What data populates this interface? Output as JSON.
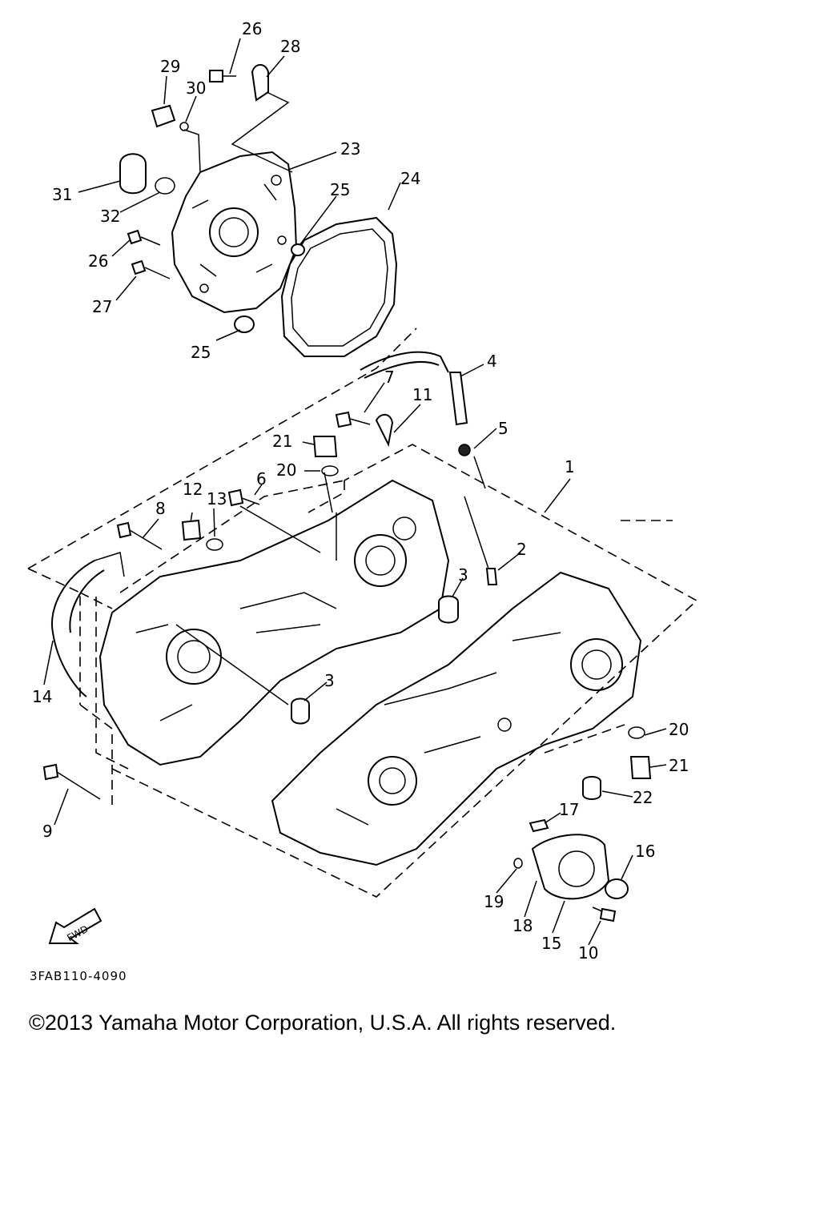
{
  "diagram": {
    "part_labels": [
      "1",
      "2",
      "3",
      "3",
      "4",
      "5",
      "6",
      "7",
      "8",
      "9",
      "10",
      "11",
      "12",
      "13",
      "14",
      "15",
      "16",
      "17",
      "18",
      "19",
      "20",
      "20",
      "21",
      "21",
      "22",
      "23",
      "24",
      "25",
      "25",
      "26",
      "26",
      "27",
      "28",
      "29",
      "30",
      "31",
      "32"
    ],
    "fwd_label": "FWD",
    "code": "3FAB110-4090"
  },
  "footer": {
    "copyright": "©2013 Yamaha Motor Corporation, U.S.A. All rights reserved."
  }
}
